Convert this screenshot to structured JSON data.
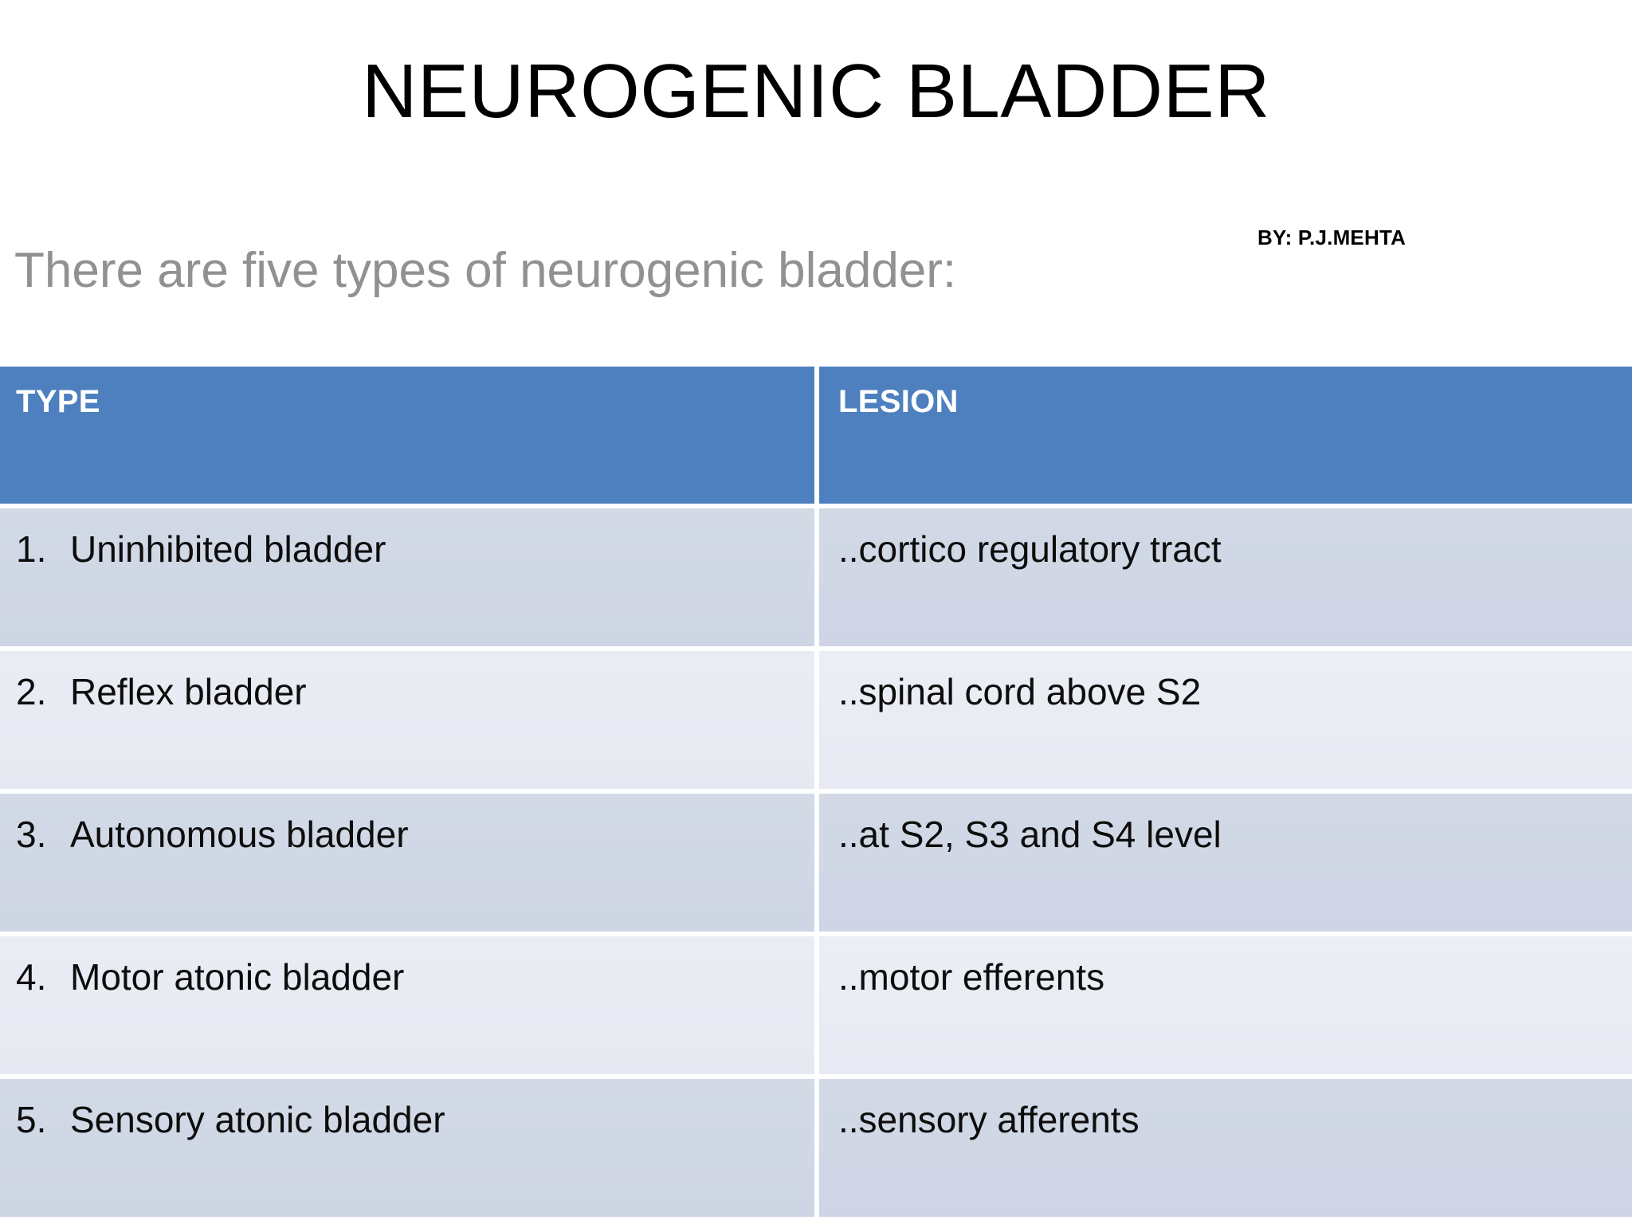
{
  "slide": {
    "title": "NEUROGENIC BLADDER",
    "byline": "BY: P.J.MEHTA",
    "subtitle": "There are five types of neurogenic bladder:"
  },
  "colors": {
    "header_blue": "#4E80BF",
    "header_text": "#FFFFFF",
    "subtitle_gray": "#919191",
    "row_shade_dark": "#D3DAE6",
    "row_shade_light": "#EAECF4",
    "body_text": "#0D0D0D",
    "page_background": "#FFFFFF"
  },
  "table": {
    "headers": {
      "type": "TYPE",
      "lesion": "LESION"
    },
    "rows": [
      {
        "num": "1.",
        "type": "Uninhibited bladder",
        "lesion": "..cortico regulatory tract"
      },
      {
        "num": "2.",
        "type": "Reflex bladder",
        "lesion": "..spinal cord above S2"
      },
      {
        "num": "3.",
        "type": "Autonomous bladder",
        "lesion": "..at S2, S3 and S4 level"
      },
      {
        "num": "4.",
        "type": "Motor atonic bladder",
        "lesion": "..motor efferents"
      },
      {
        "num": "5.",
        "type": "Sensory atonic bladder",
        "lesion": "..sensory afferents"
      }
    ]
  }
}
